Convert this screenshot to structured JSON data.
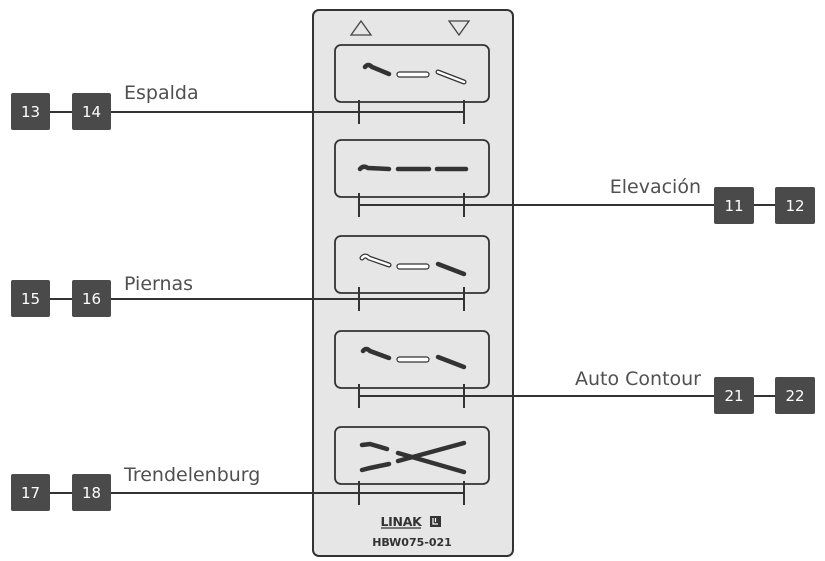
{
  "pendant": {
    "brand": "LINAK",
    "model": "HBW075-021"
  },
  "icons": {
    "up_arrow": "triangle-up-outline-icon",
    "down_arrow": "triangle-down-outline-icon",
    "brand_logo": "linak-logo-icon"
  },
  "colors": {
    "badge": "#4a4a4a",
    "pendant_fill": "#e6e6e6",
    "line": "#333333",
    "label_text": "#505050"
  },
  "buttons": [
    {
      "function": "Espalda",
      "icon": "backrest-icon",
      "up_number": "13",
      "down_number": "14"
    },
    {
      "function": "Elevación",
      "icon": "height-icon",
      "up_number": "11",
      "down_number": "12"
    },
    {
      "function": "Piernas",
      "icon": "legrest-icon",
      "up_number": "15",
      "down_number": "16"
    },
    {
      "function": "Auto Contour",
      "icon": "auto-contour-icon",
      "up_number": "21",
      "down_number": "22"
    },
    {
      "function": "Trendelenburg",
      "icon": "trendelenburg-icon",
      "up_number": "17",
      "down_number": "18"
    }
  ]
}
